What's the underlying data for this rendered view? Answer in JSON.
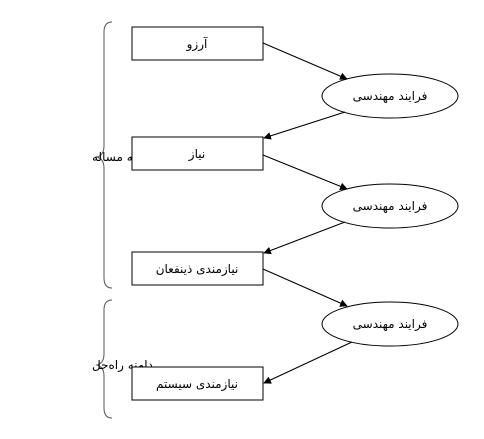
{
  "boxes": {
    "desire": "آرزو",
    "need": "نیاز",
    "stakeholder_need": "نیازمندی ذینفعان",
    "system_requirement": "نیازمندی سیستم"
  },
  "process": {
    "engineering_1": "فرایند مهندسی",
    "engineering_2": "فرایند مهندسی",
    "engineering_3": "فرایند مهندسی"
  },
  "domains": {
    "problem": "دامنه مساله",
    "solution": "دامنه راه‌حل"
  },
  "colors": {
    "stroke": "#000000",
    "brace": "#555555",
    "background": "#ffffff"
  }
}
